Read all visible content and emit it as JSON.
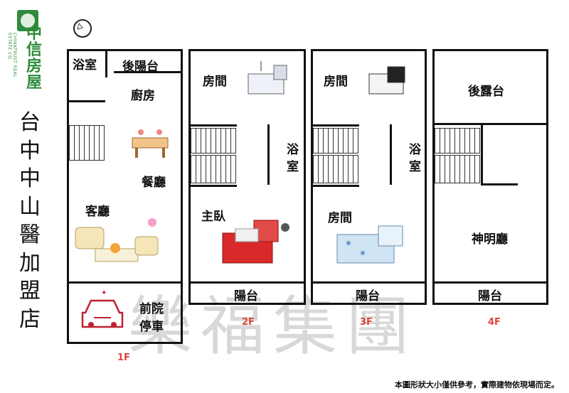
{
  "logo": {
    "main": "中信房屋",
    "english": "CHINATRUST REAL ESTATE CO."
  },
  "title": "台中中山醫加盟店",
  "watermark": "樂福集團",
  "note": "本圖形狀大小僅供參考，實際建物依現場而定。",
  "floors": [
    {
      "label": "1F",
      "rooms": {
        "bath": "浴室",
        "back_balcony": "後陽台",
        "kitchen": "廚房",
        "dining": "餐廳",
        "living": "客廳",
        "front_yard_1": "前院",
        "front_yard_2": "停車"
      }
    },
    {
      "label": "2F",
      "rooms": {
        "room": "房間",
        "bath_1": "浴",
        "bath_2": "室",
        "master": "主臥",
        "balcony": "陽台"
      }
    },
    {
      "label": "3F",
      "rooms": {
        "room_top": "房間",
        "bath_1": "浴",
        "bath_2": "室",
        "room_bottom": "房間",
        "balcony": "陽台"
      }
    },
    {
      "label": "4F",
      "rooms": {
        "back_terrace": "後露台",
        "shrine": "神明廳",
        "balcony": "陽台"
      }
    }
  ]
}
